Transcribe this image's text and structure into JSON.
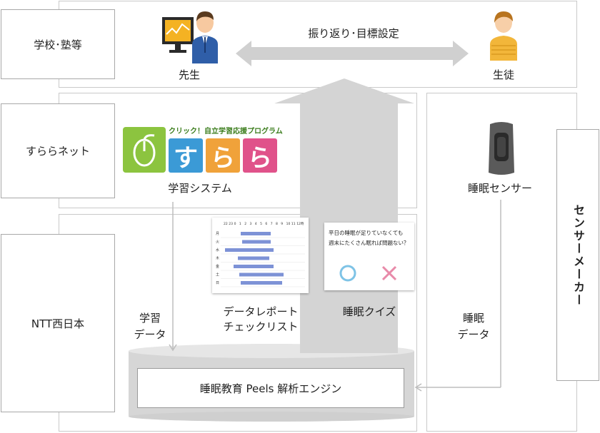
{
  "actors": {
    "school": "学校･塾等",
    "surala_net": "すららネット",
    "ntt": "NTT西日本",
    "sensor_maker": "センサーメーカー"
  },
  "top": {
    "teacher": "先生",
    "student": "生徒",
    "arrow_label": "振り返り･目標設定"
  },
  "surala": {
    "logo_banner": "クリック！自立学習応援プログラム",
    "logo_chars": [
      "す",
      "ら",
      "ら"
    ],
    "caption": "学習システム"
  },
  "sensor": {
    "caption": "睡眠センサー"
  },
  "data_report": {
    "caption_line1": "データレポート",
    "caption_line2": "チェックリスト",
    "hours": [
      "22",
      "23",
      "0",
      "1",
      "2",
      "3",
      "4",
      "5",
      "6",
      "7",
      "8",
      "9",
      "10",
      "11",
      "12時"
    ],
    "days": [
      "月",
      "火",
      "水",
      "木",
      "金",
      "土",
      "日"
    ]
  },
  "quiz": {
    "question_line1": "平日の睡眠が足りていなくても",
    "question_line2": "週末にたくさん眠れば問題ない？",
    "caption": "睡眠クイズ"
  },
  "flows": {
    "learning_line1": "学習",
    "learning_line2": "データ",
    "sleep_line1": "睡眠",
    "sleep_line2": "データ"
  },
  "engine": {
    "label": "睡眠教育 Peels 解析エンジン"
  },
  "colors": {
    "logo_green": "#8cc43f",
    "logo_blue": "#3b9ad6",
    "logo_orange": "#f0a23a",
    "logo_pink": "#e0528a",
    "arrow_gray": "#d4d4d4",
    "quiz_circle": "#7ec3e6",
    "quiz_cross": "#e88aa9"
  }
}
